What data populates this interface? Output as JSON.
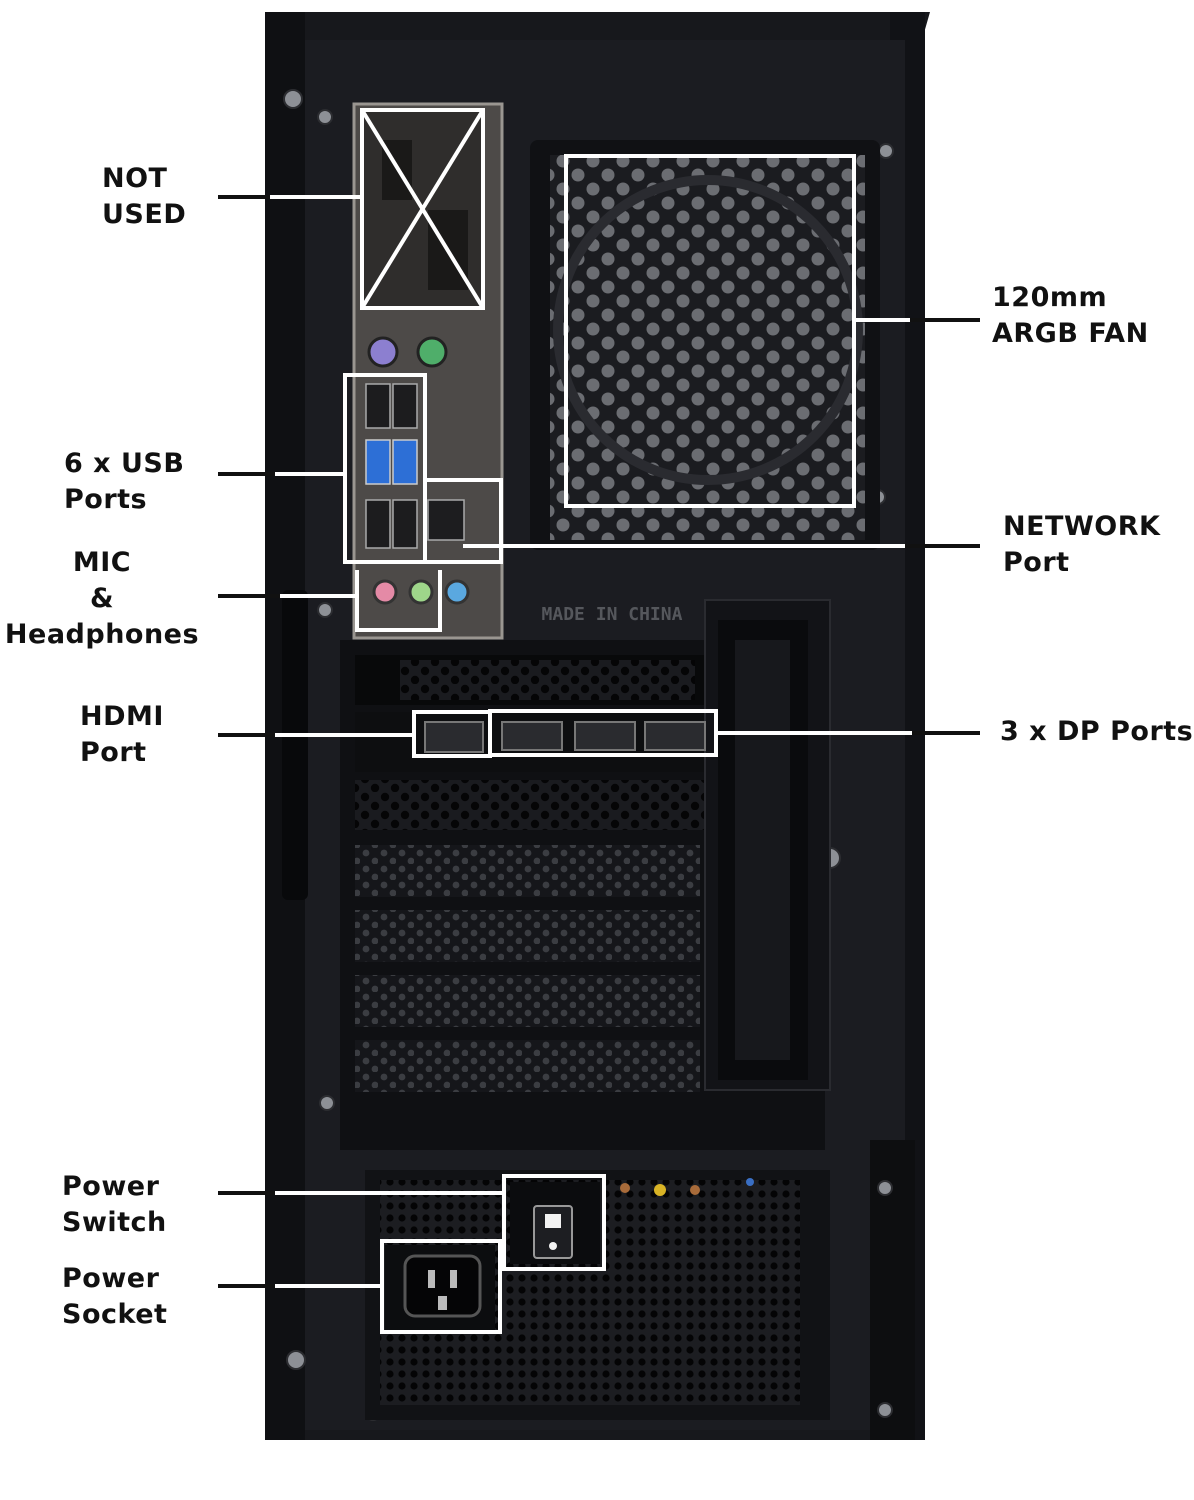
{
  "labels": {
    "not_used": "NOT\nUSED",
    "usb": "6 x USB\nPorts",
    "mic": "MIC\n&\nHeadphones",
    "hdmi": "HDMI\nPort",
    "power_switch": "Power\nSwitch",
    "power_socket": "Power\nSocket",
    "fan": "120mm\nARGB FAN",
    "network": "NETWORK\nPort",
    "dp": "3 x DP Ports"
  },
  "engraved_text": "MADE IN CHINA",
  "colors": {
    "case": "#17181c",
    "case_dark": "#0b0c0e",
    "io_shield": "#4d4a48",
    "callout": "#ffffff",
    "usb3_blue": "#2d6fd6",
    "mic_pink": "#e48aa6",
    "line_green": "#9ed68a",
    "line_blue": "#5aa8e0",
    "ps2_purple": "#8c7fd0",
    "ps2_green": "#4fae6a"
  }
}
